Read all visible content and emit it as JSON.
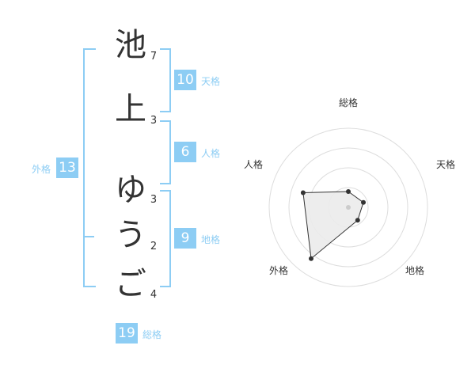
{
  "name_chars": [
    {
      "char": "池",
      "strokes": "7"
    },
    {
      "char": "上",
      "strokes": "3"
    },
    {
      "char": "ゆ",
      "strokes": "3"
    },
    {
      "char": "う",
      "strokes": "2"
    },
    {
      "char": "ご",
      "strokes": "4"
    }
  ],
  "fortunes": {
    "tenkaku": {
      "label": "天格",
      "value": "10"
    },
    "jinkaku": {
      "label": "人格",
      "value": "6"
    },
    "chikaku": {
      "label": "地格",
      "value": "9"
    },
    "gaikaku": {
      "label": "外格",
      "value": "13"
    },
    "soukaku": {
      "label": "総格",
      "value": "19"
    }
  },
  "chart_data": {
    "type": "radar",
    "axes": [
      "総格",
      "天格",
      "地格",
      "外格",
      "人格"
    ],
    "values": [
      1,
      1,
      1,
      4,
      3
    ],
    "max": 5,
    "rings": 4,
    "colors": {
      "fill": "#ebebeb",
      "line": "#333333",
      "grid": "#dddddd",
      "accent": "#8dcdf4"
    }
  }
}
